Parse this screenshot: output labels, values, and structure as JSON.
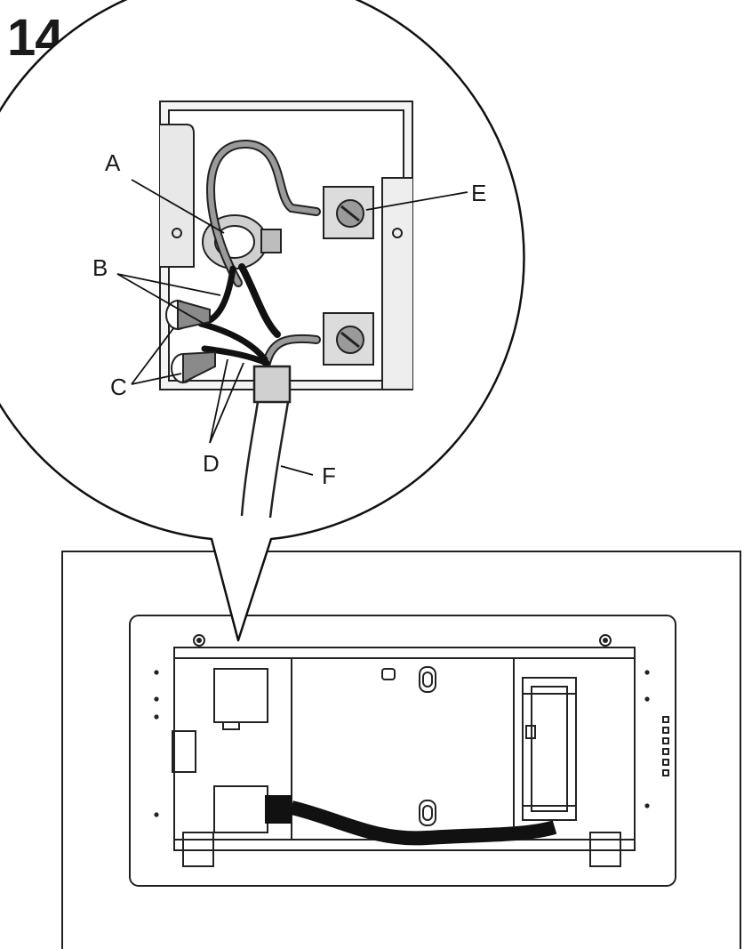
{
  "step": "14",
  "callouts": {
    "a": "A",
    "b": "B",
    "c": "C",
    "d": "D",
    "e": "E",
    "f": "F"
  }
}
